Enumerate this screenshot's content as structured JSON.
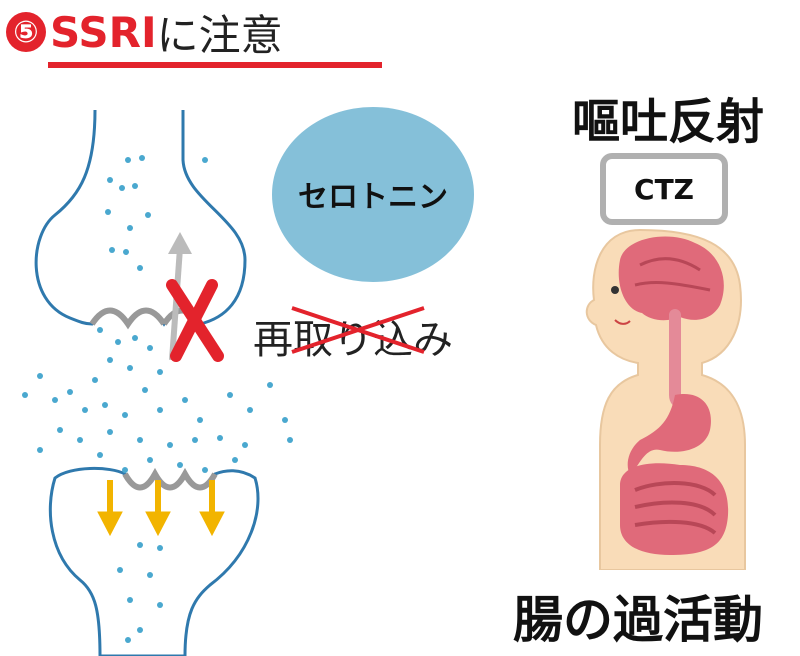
{
  "title": {
    "number": "⑤",
    "highlight": "SSRI",
    "rest": "に注意"
  },
  "serotonin_label": "セロトニン",
  "reuptake_label": "再取り込み",
  "vomit_reflex": "嘔吐反射",
  "ctz_label": "CTZ",
  "intestine_label": "腸の過活動",
  "colors": {
    "accent": "#e3232c",
    "serotonin": "#85c0d9",
    "arrow": "#f2b400",
    "neuron_outline": "#2f79ad"
  },
  "icons": [
    "synapse-diagram",
    "blocked-reuptake-x",
    "human-body-illustration"
  ]
}
